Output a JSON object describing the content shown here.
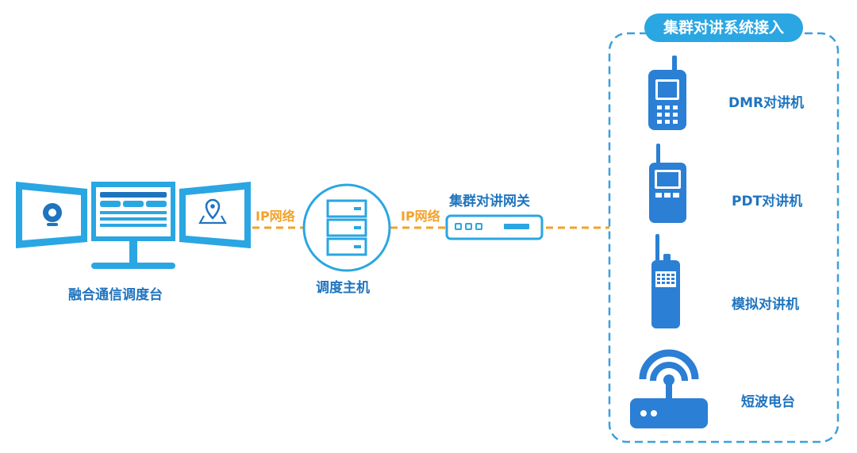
{
  "colors": {
    "primary_blue": "#2aa6e2",
    "dark_blue": "#1f74bf",
    "device_blue": "#2b7fd4",
    "link_orange": "#f3a22a",
    "dashed_border": "#3aa0dc"
  },
  "console": {
    "label": "融合通信调度台"
  },
  "host": {
    "label": "调度主机"
  },
  "gateway": {
    "label": "集群对讲网关"
  },
  "links": [
    {
      "label": "IP网络"
    },
    {
      "label": "IP网络"
    }
  ],
  "system": {
    "title": "集群对讲系统接入",
    "devices": [
      {
        "label": "DMR对讲机",
        "icon": "dmr-phone-icon"
      },
      {
        "label": "PDT对讲机",
        "icon": "pdt-radio-icon"
      },
      {
        "label": "模拟对讲机",
        "icon": "analog-radio-icon"
      },
      {
        "label": "短波电台",
        "icon": "shortwave-router-icon"
      }
    ]
  }
}
